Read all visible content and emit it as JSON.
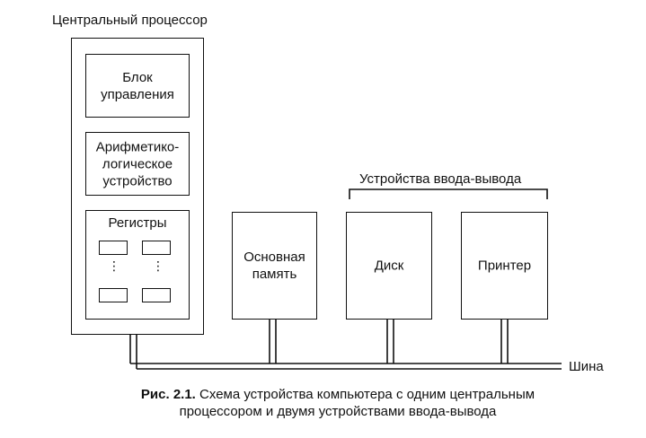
{
  "cpu": {
    "title": "Центральный процессор",
    "control_unit": "Блок\nуправления",
    "alu": "Арифметико-\nлогическое\nустройство",
    "registers": {
      "label": "Регистры",
      "dots": "⋮"
    }
  },
  "memory": {
    "label": "Основная\nпамять"
  },
  "io": {
    "group_label": "Устройства ввода-вывода",
    "disk": "Диск",
    "printer": "Принтер"
  },
  "bus": {
    "label": "Шина"
  },
  "caption": {
    "lead": "Рис. 2.1.",
    "text_line1": " Схема устройства компьютера с одним центральным",
    "text_line2": "процессором и двумя устройствами ввода-вывода"
  }
}
